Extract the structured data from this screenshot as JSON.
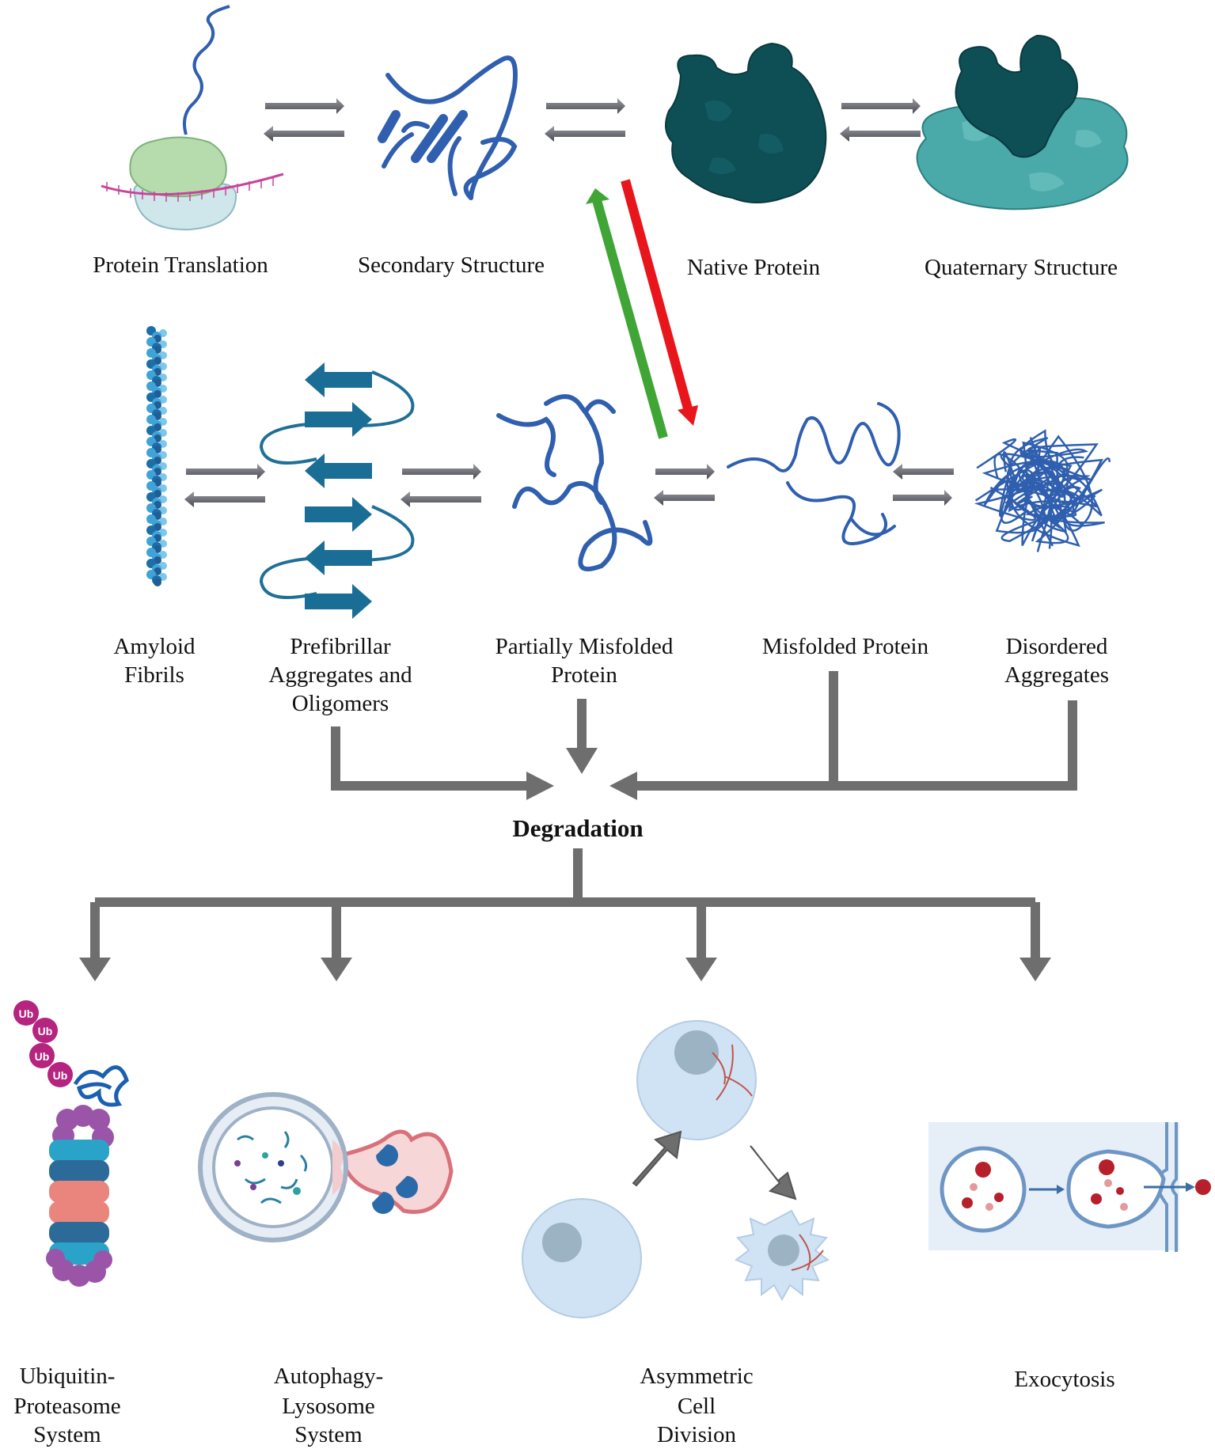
{
  "labels": {
    "protein_translation": "Protein Translation",
    "secondary_structure": "Secondary Structure",
    "native_protein": "Native Protein",
    "quaternary_structure": "Quaternary Structure",
    "amyloid_fibrils": [
      "Amyloid",
      "Fibrils"
    ],
    "prefibrillar": [
      "Prefibrillar",
      "Aggregates and",
      "Oligomers"
    ],
    "partially_misfolded": [
      "Partially Misfolded",
      "Protein"
    ],
    "misfolded_protein": "Misfolded Protein",
    "disordered_aggregates": [
      "Disordered",
      "Aggregates"
    ],
    "degradation": "Degradation",
    "ups": [
      "Ubiquitin-",
      "Proteasome",
      "System"
    ],
    "als": [
      "Autophagy-",
      "Lysosome",
      "System"
    ],
    "acd": [
      "Asymmetric",
      "Cell",
      "Division"
    ],
    "exocytosis": "Exocytosis",
    "ub_tag": "Ub"
  },
  "colors": {
    "protein_blue": "#2f5fae",
    "dark_teal": "#0e4f55",
    "teal_light": "#3c9a9c",
    "arrow_grey": "#6e6e6e",
    "green_arrow": "#3fa535",
    "red_arrow": "#e8151b",
    "ub_magenta": "#b5247e",
    "cell_blue": "#cfe3f5"
  }
}
